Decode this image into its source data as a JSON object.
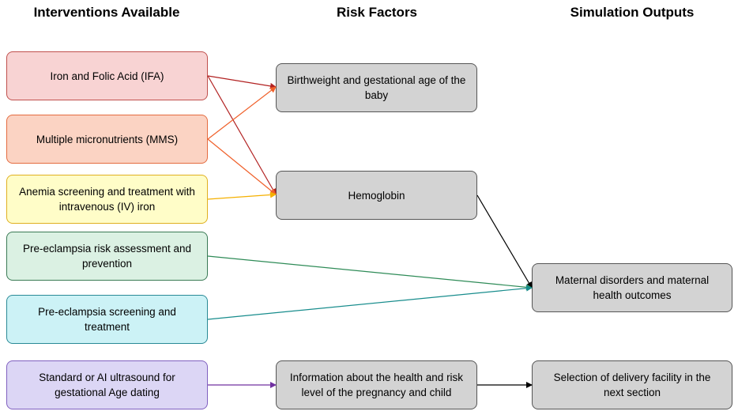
{
  "headers": {
    "interventions": "Interventions Available",
    "risk_factors": "Risk Factors",
    "outputs": "Simulation Outputs"
  },
  "interventions": [
    {
      "label": "Iron and Folic Acid (IFA)",
      "fill": "#f8d3d3",
      "stroke": "#c0504d"
    },
    {
      "label": "Multiple micronutrients (MMS)",
      "fill": "#fbd3c3",
      "stroke": "#e46c40"
    },
    {
      "label": "Anemia screening and treatment with intravenous (IV) iron",
      "fill": "#fffdc8",
      "stroke": "#e0b020"
    },
    {
      "label": "Pre-eclampsia risk assessment and prevention",
      "fill": "#dbf1e3",
      "stroke": "#3a7a55"
    },
    {
      "label": "Pre-eclampsia screening and treatment",
      "fill": "#ccf2f6",
      "stroke": "#2a8a96"
    },
    {
      "label": "Standard or AI ultrasound for gestational Age dating",
      "fill": "#dcd6f5",
      "stroke": "#8060c0"
    }
  ],
  "risk_factors": [
    {
      "label": "Birthweight and gestational age of the baby"
    },
    {
      "label": "Hemoglobin"
    },
    {
      "label": "Information about the health and risk level of the pregnancy and child"
    }
  ],
  "outputs": [
    {
      "label": "Maternal disorders and maternal health outcomes"
    },
    {
      "label": "Selection of delivery facility in the next section"
    }
  ],
  "node_fill": "#d3d3d3",
  "arrow_colors": {
    "ifa": "#b22222",
    "mms": "#f0602a",
    "anemia": "#f5b000",
    "risk_assessment": "#2e8b57",
    "screening": "#178c8c",
    "ultrasound": "#7030a0",
    "black": "#000000"
  }
}
